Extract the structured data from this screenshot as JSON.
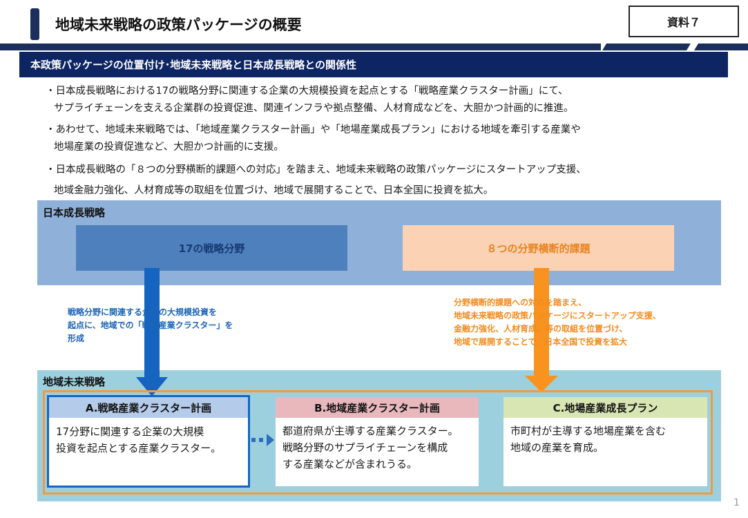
{
  "header": {
    "title": "地域未来戦略の政策パッケージの概要",
    "doc_label": "資料７"
  },
  "section": {
    "banner": "本政策パッケージの位置付け･地域未来戦略と日本成長戦略との関係性"
  },
  "bullets": [
    {
      "line1": "・日本成長戦略における17の戦略分野に関連する企業の大規模投資を起点とする「戦略産業クラスター計画」にて、",
      "line2": "サプライチェーンを支える企業群の投資促進、関連インフラや拠点整備、人材育成などを、大胆かつ計画的に推進。"
    },
    {
      "line1": "・あわせて、地域未来戦略では、「地域産業クラスター計画」や「地場産業成長プラン」における地域を牽引する産業や",
      "line2": "地場産業の投資促進など、大胆かつ計画的に支援。"
    },
    {
      "line1": "・日本成長戦略の「８つの分野横断的課題への対応」を踏まえ、地域未来戦略の政策パッケージにスタートアップ支援、",
      "line2": "地域金融力強化、人材育成等の取組を位置づけ、地域で展開することで、日本全国に投資を拡大。"
    }
  ],
  "growth": {
    "label": "日本成長戦略",
    "strategic_fields": "17の戦略分野",
    "cross_issues": "８つの分野横断的課題"
  },
  "notes": {
    "blue": [
      "戦略分野に関連する企業の大規模投資を",
      "起点に、地域での「戦略産業クラスター」を",
      "形成"
    ],
    "orange": [
      "分野横断的課題への対応を踏まえ、",
      "地域未来戦略の政策パッケージにスタートアップ支援、",
      "金融力強化、人材育成、等の取組を位置づけ、",
      "地域で展開することで、日本全国で投資を拡大"
    ]
  },
  "regional": {
    "label": "地域未来戦略",
    "plans": [
      {
        "title": "A.戦略産業クラスター計画",
        "body": [
          "17分野に関連する企業の大規模",
          "投資を起点とする産業クラスター。"
        ]
      },
      {
        "title": "B.地域産業クラスター計画",
        "body": [
          "都道府県が主導する産業クラスター。",
          "戦略分野のサプライチェーンを構成",
          "する産業などが含まれうる。"
        ]
      },
      {
        "title": "C.地場産業成長プラン",
        "body": [
          "市町村が主導する地場産業を含む",
          "地域の産業を育成。"
        ]
      }
    ]
  },
  "page_number": "1",
  "colors": {
    "navy": "#0e2563",
    "growth_bg": "#8fb1d9",
    "strategy_blue": "#4e80bd",
    "cross_peach": "#fbd2b4",
    "arrow_blue": "#1565c0",
    "arrow_orange": "#f7931e",
    "region_bg": "#9cd0de"
  }
}
